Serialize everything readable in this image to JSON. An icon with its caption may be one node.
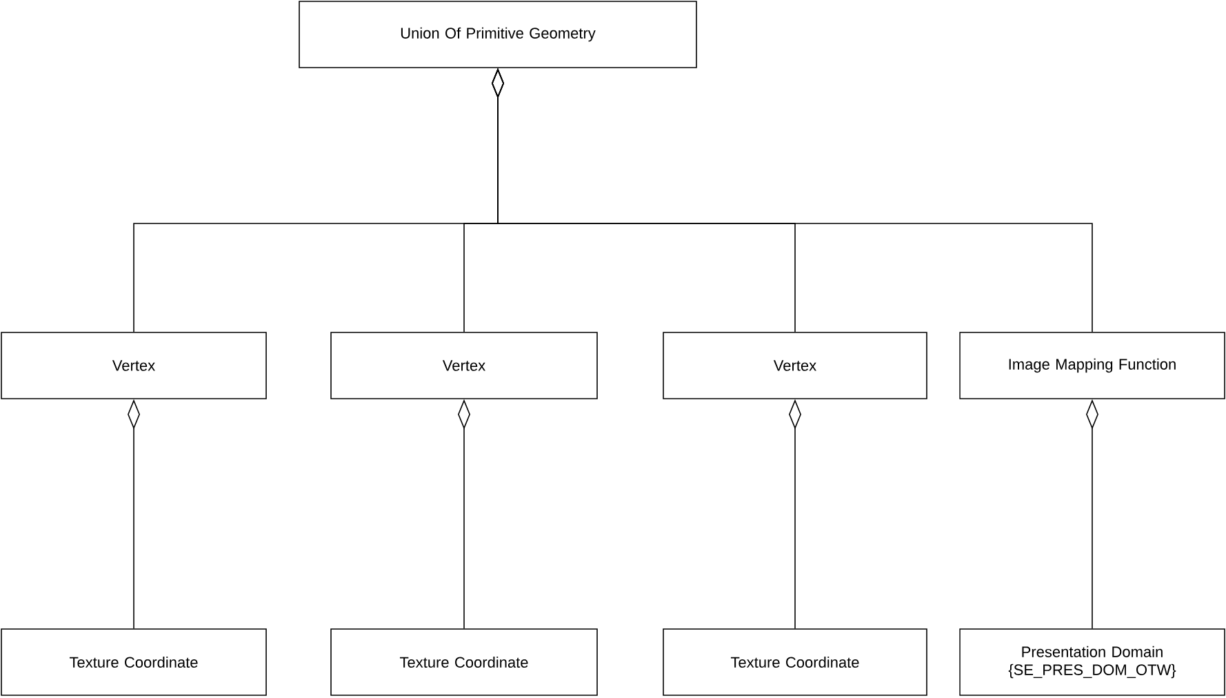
{
  "diagram": {
    "nodes": [
      {
        "text": [
          "Union Of Primitive Geometry"
        ]
      },
      {
        "text": [
          "Vertex"
        ]
      },
      {
        "text": [
          "Vertex"
        ]
      },
      {
        "text": [
          "Vertex"
        ]
      },
      {
        "text": [
          "Image Mapping Function"
        ]
      },
      {
        "text": [
          "Texture Coordinate"
        ]
      },
      {
        "text": [
          "Texture Coordinate"
        ]
      },
      {
        "text": [
          "Texture Coordinate"
        ]
      },
      {
        "text": [
          "Presentation Domain {SE_PRES_DOM_OTW}"
        ]
      }
    ],
    "edges": [
      {
        "from": 0,
        "to": 1,
        "arrow": "other"
      },
      {
        "from": 0,
        "to": 2,
        "arrow": "other"
      },
      {
        "from": 0,
        "to": 3,
        "arrow": "other"
      },
      {
        "from": 0,
        "to": 4,
        "arrow": "other"
      },
      {
        "from": 1,
        "to": 5,
        "arrow": "other"
      },
      {
        "from": 2,
        "to": 6,
        "arrow": "other"
      },
      {
        "from": 3,
        "to": 7,
        "arrow": "other"
      },
      {
        "from": 4,
        "to": 8,
        "arrow": "other"
      }
    ]
  }
}
